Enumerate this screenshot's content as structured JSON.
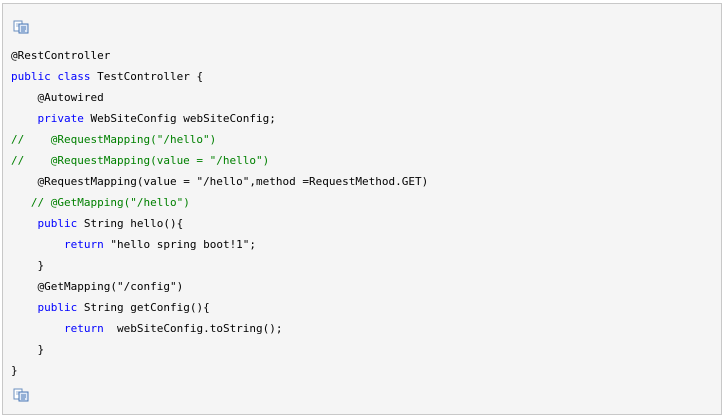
{
  "code_block": {
    "copy_icon": "copy-icon",
    "colors": {
      "background": "#f5f5f5",
      "border": "#c8c8c8",
      "keyword": "#0000ff",
      "comment": "#008000",
      "text": "#000000"
    },
    "lines": [
      {
        "indent": "",
        "parts": [
          {
            "cls": "tx",
            "text": "@RestController"
          }
        ]
      },
      {
        "indent": "",
        "parts": [
          {
            "cls": "kw",
            "text": "public class"
          },
          {
            "cls": "tx",
            "text": " TestController {"
          }
        ]
      },
      {
        "indent": "    ",
        "parts": [
          {
            "cls": "tx",
            "text": "@Autowired"
          }
        ]
      },
      {
        "indent": "    ",
        "parts": [
          {
            "cls": "kw",
            "text": "private"
          },
          {
            "cls": "tx",
            "text": " WebSiteConfig webSiteConfig;"
          }
        ]
      },
      {
        "indent": "",
        "parts": [
          {
            "cls": "cm",
            "text": "//    @RequestMapping(\"/hello\")"
          }
        ]
      },
      {
        "indent": "",
        "parts": [
          {
            "cls": "cm",
            "text": "//    @RequestMapping(value = \"/hello\")"
          }
        ]
      },
      {
        "indent": "    ",
        "parts": [
          {
            "cls": "tx",
            "text": "@RequestMapping(value = \"/hello\",method =RequestMethod.GET)"
          }
        ]
      },
      {
        "indent": "   ",
        "parts": [
          {
            "cls": "cm",
            "text": "// @GetMapping(\"/hello\")"
          }
        ]
      },
      {
        "indent": "    ",
        "parts": [
          {
            "cls": "kw",
            "text": "public"
          },
          {
            "cls": "tx",
            "text": " String hello(){"
          }
        ]
      },
      {
        "indent": "        ",
        "parts": [
          {
            "cls": "kw",
            "text": "return"
          },
          {
            "cls": "tx",
            "text": " \"hello spring boot!1\";"
          }
        ]
      },
      {
        "indent": "    ",
        "parts": [
          {
            "cls": "tx",
            "text": "}"
          }
        ]
      },
      {
        "indent": "    ",
        "parts": [
          {
            "cls": "tx",
            "text": "@GetMapping(\"/config\")"
          }
        ]
      },
      {
        "indent": "    ",
        "parts": [
          {
            "cls": "kw",
            "text": "public"
          },
          {
            "cls": "tx",
            "text": " String getConfig(){"
          }
        ]
      },
      {
        "indent": "        ",
        "parts": [
          {
            "cls": "kw",
            "text": "return"
          },
          {
            "cls": "tx",
            "text": "  webSiteConfig.toString();"
          }
        ]
      },
      {
        "indent": "    ",
        "parts": [
          {
            "cls": "tx",
            "text": "}"
          }
        ]
      },
      {
        "indent": "",
        "parts": [
          {
            "cls": "tx",
            "text": "}"
          }
        ]
      }
    ]
  }
}
